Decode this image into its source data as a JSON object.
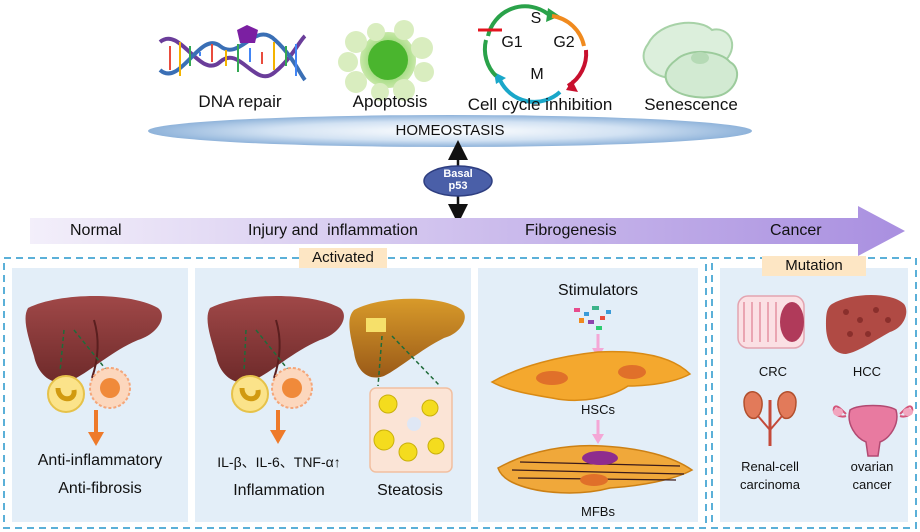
{
  "top_icons": {
    "dna_label": "DNA repair",
    "apoptosis_label": "Apoptosis",
    "cell_cycle_label": "Cell cycle inhibition",
    "senescence_label": "Senescence",
    "cycle_phases": {
      "s": "S",
      "g1": "G1",
      "g2": "G2",
      "m": "M"
    }
  },
  "homeostasis": "HOMEOSTASIS",
  "p53": {
    "line1": "Basal",
    "line2": "p53"
  },
  "stages": {
    "normal": "Normal",
    "injury": "Injury and  inflammation",
    "fibrogenesis": "Fibrogenesis",
    "cancer": "Cancer"
  },
  "tags": {
    "activated": "Activated",
    "mutation": "Mutation"
  },
  "panel_normal": {
    "line1": "Anti-inflammatory",
    "line2": "Anti-fibrosis"
  },
  "panel_injury": {
    "cytokines": "IL-β、IL-6、TNF-α↑",
    "inflammation": "Inflammation",
    "steatosis": "Steatosis"
  },
  "panel_fibro": {
    "stimulators": "Stimulators",
    "hscs": "HSCs",
    "mfbs": "MFBs"
  },
  "panel_cancer": {
    "crc": "CRC",
    "hcc": "HCC",
    "renal_line1": "Renal-cell",
    "renal_line2": "carcinoma",
    "ovarian_line1": "ovarian",
    "ovarian_line2": "cancer"
  },
  "colors": {
    "stage_arrow": "#c9b8ea",
    "panel_bg": "#e3eef8",
    "dash_border": "#5bb0d8",
    "liver": "#8e3a3a",
    "orange_arrow": "#ee7a2a",
    "cycle_green": "#2aa24a",
    "cycle_orange": "#f08a1e",
    "cycle_red": "#c8102e",
    "cycle_cyan": "#1aa7c9"
  }
}
